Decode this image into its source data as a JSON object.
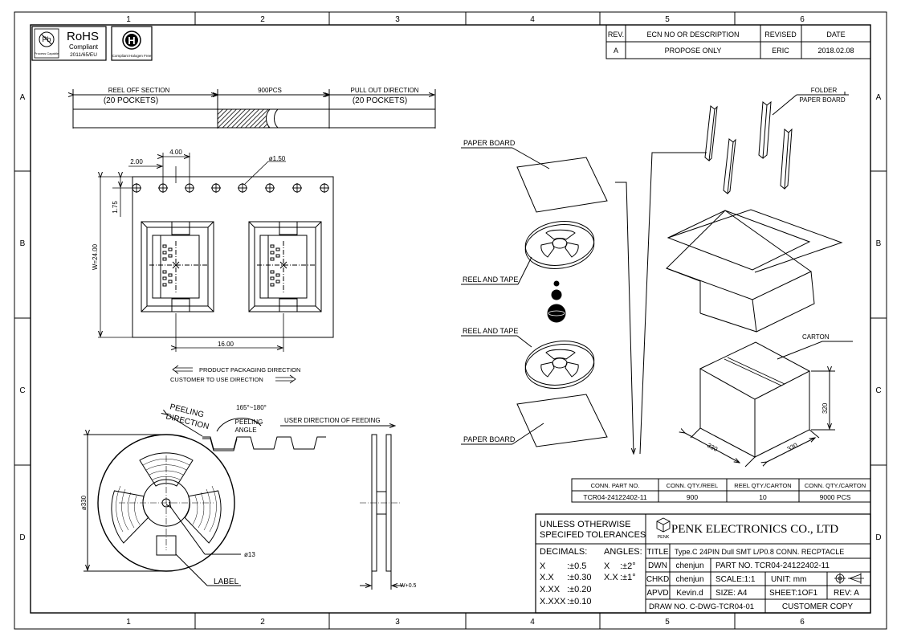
{
  "zones": {
    "columns": [
      "1",
      "2",
      "3",
      "4",
      "5",
      "6"
    ],
    "rows": [
      "A",
      "B",
      "C",
      "D"
    ]
  },
  "logos": {
    "rohs": {
      "title": "RoHS",
      "line1": "Compliant",
      "line2": "2011/65/EU",
      "pb_caption": "Process Capable",
      "pb_symbol": "Pb"
    },
    "halogen": {
      "caption": "Compliant Halogen Free",
      "symbol": "H"
    }
  },
  "revision_block": {
    "headers": [
      "REV.",
      "ECN NO OR DESCRIPTION",
      "REVISED",
      "DATE"
    ],
    "row": [
      "A",
      "PROPOSE ONLY",
      "ERIC",
      "2018.02.08"
    ]
  },
  "tape_strip": {
    "reel_off": "REEL OFF SECTION",
    "reel_off_pockets": "(20  POCKETS)",
    "middle": "900PCS",
    "pull_out": "PULL OUT DIRECTION",
    "pull_out_pockets": "(20  POCKETS)"
  },
  "tape_dims": {
    "d200": "2.00",
    "d400": "4.00",
    "hole": "ø1.50",
    "d175": "1.75",
    "width": "W=24.00",
    "pitch": "16.00"
  },
  "directions": {
    "product": "PRODUCT  PACKAGING  DIRECTION",
    "customer": "CUSTOMER  TO  USE  DIRECTION"
  },
  "peeling": {
    "peeling_dir_1": "PEELING",
    "peeling_dir_2": "DIRECTION",
    "angle_range": "165°~180°",
    "angle_1": "PEELING",
    "angle_2": "ANGLE",
    "feeding": "USER  DIRECTION  OF  FEEDING"
  },
  "reel_dims": {
    "diameter": "ø330",
    "hub": "ø13",
    "label": "LABEL",
    "width": "W+0.5"
  },
  "exploded": {
    "paper_board_top": "PAPER BOARD",
    "reel_tape_1": "REEL AND TAPE",
    "reel_tape_2": "REEL AND TAPE",
    "paper_board_bottom": "PAPER BOARD",
    "folder_1": "FOLDER",
    "folder_2": "PAPER BOARD",
    "carton": "CARTON",
    "carton_w": "330",
    "carton_d": "330",
    "carton_h": "320"
  },
  "qty_table": {
    "headers": [
      "CONN. PART NO.",
      "CONN. QTY./REEL",
      "REEL QTY./CARTON",
      "CONN. QTY./CARTON"
    ],
    "row": [
      "TCR04-24122402-11",
      "900",
      "10",
      "9000 PCS"
    ]
  },
  "title_block": {
    "tol_1": "UNLESS  OTHERWISE",
    "tol_2": "SPECIFED  TOLERANCES",
    "company_mark": "PENK",
    "company": "PENK  ELECTRONICS  CO.,  LTD",
    "decimals": "DECIMALS:",
    "angles": "ANGLES:",
    "tol_rows": [
      {
        "k": "X",
        "v": ":±0.5",
        "ak": "X",
        "av": ":±2°"
      },
      {
        "k": "X.X",
        "v": ":±0.30",
        "ak": "X.X",
        "av": ":±1°"
      },
      {
        "k": "X.XX",
        "v": ":±0.20",
        "ak": "",
        "av": ""
      },
      {
        "k": "X.XXX",
        "v": ":±0.10",
        "ak": "",
        "av": ""
      }
    ],
    "title_label": "TITLE",
    "title_value": "Type.C  24PIN  Dull  SMT  L/P0.8  CONN.  RECPTACLE",
    "dwn_label": "DWN",
    "dwn_value": "chenjun",
    "part_no": "PART  NO.  TCR04-24122402-11",
    "chkd_label": "CHKD",
    "chkd_value": "chenjun",
    "scale": "SCALE:1:1",
    "unit": "UNIT:   mm",
    "apvd_label": "APVD",
    "apvd_value": "Kevin.d",
    "size": "SIZE:  A4",
    "sheet": "SHEET:1OF1",
    "rev": "REV:  A",
    "draw_no": "DRAW  NO.  C-DWG-TCR04-01",
    "copy": "CUSTOMER  COPY"
  }
}
